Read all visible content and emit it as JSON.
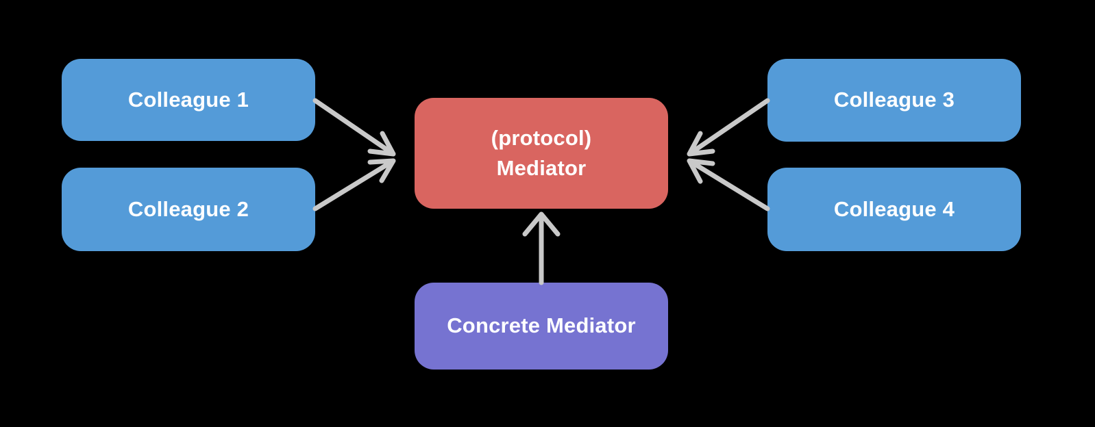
{
  "diagram": {
    "background_color": "#000000",
    "text_color": "#ffffff",
    "arrow_color": "#c9c9c9",
    "nodes": [
      {
        "id": "colleague-1",
        "label": "Colleague 1",
        "color": "#549bd8"
      },
      {
        "id": "colleague-2",
        "label": "Colleague 2",
        "color": "#549bd8"
      },
      {
        "id": "colleague-3",
        "label": "Colleague 3",
        "color": "#549bd8"
      },
      {
        "id": "colleague-4",
        "label": "Colleague 4",
        "color": "#549bd8"
      },
      {
        "id": "mediator",
        "label": "(protocol)\nMediator",
        "color": "#d96560"
      },
      {
        "id": "concrete-mediator",
        "label": "Concrete Mediator",
        "color": "#7673d1"
      }
    ],
    "edges": [
      {
        "from": "colleague-1",
        "to": "mediator"
      },
      {
        "from": "colleague-2",
        "to": "mediator"
      },
      {
        "from": "colleague-3",
        "to": "mediator"
      },
      {
        "from": "colleague-4",
        "to": "mediator"
      },
      {
        "from": "concrete-mediator",
        "to": "mediator"
      }
    ]
  }
}
